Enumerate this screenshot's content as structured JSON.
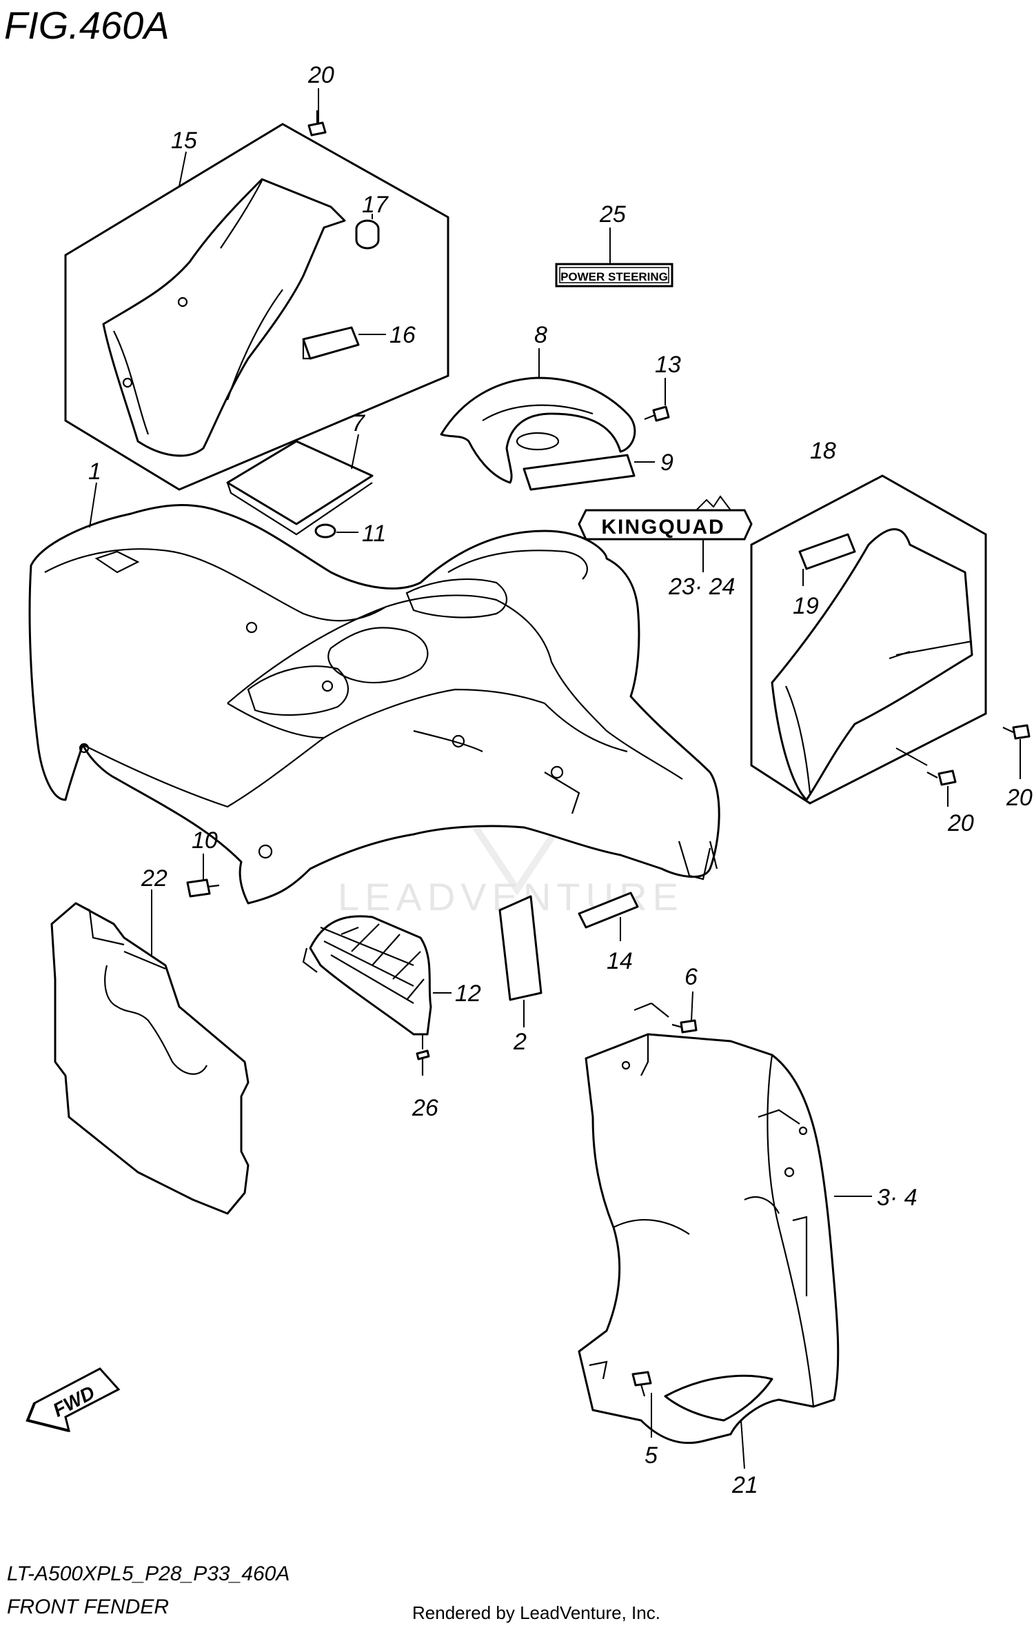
{
  "figure_title": "FIG.460A",
  "model_code": "LT-A500XPL5_P28_P33_460A",
  "section_title": "FRONT FENDER",
  "credit": "Rendered by LeadVenture, Inc.",
  "watermark": "LEADVENTURE",
  "decal_power_steering": "POWER STEERING",
  "decal_kingquad": "KINGQUAD",
  "fwd_label": "FWD",
  "callouts": {
    "c1": "1",
    "c2": "2",
    "c34": "3· 4",
    "c5": "5",
    "c6": "6",
    "c7": "7",
    "c8": "8",
    "c9": "9",
    "c10": "10",
    "c11": "11",
    "c12": "12",
    "c13": "13",
    "c14": "14",
    "c15": "15",
    "c16": "16",
    "c17": "17",
    "c18": "18",
    "c19": "19",
    "c20a": "20",
    "c20b": "20",
    "c20c": "20",
    "c21": "21",
    "c22": "22",
    "c2324": "23· 24",
    "c25": "25",
    "c26": "26"
  }
}
